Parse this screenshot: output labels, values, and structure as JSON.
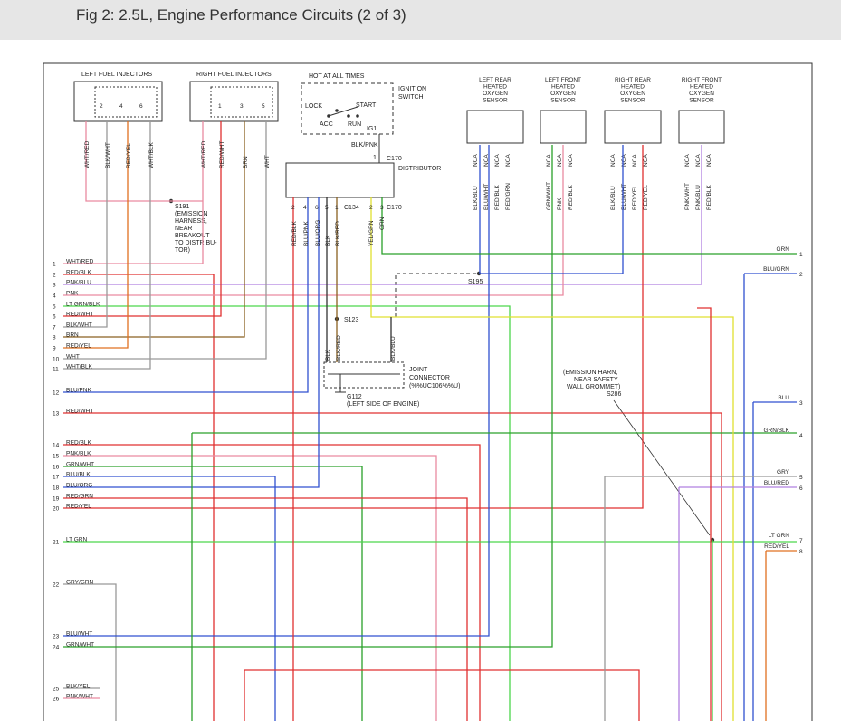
{
  "page": {
    "title": "Fig 2: 2.5L, Engine Performance Circuits (2 of 3)"
  },
  "components": {
    "left_injectors": {
      "label": "LEFT FUEL INJECTORS",
      "pins": [
        "2",
        "4",
        "6"
      ]
    },
    "right_injectors": {
      "label": "RIGHT FUEL INJECTORS",
      "pins": [
        "1",
        "3",
        "5"
      ]
    },
    "ignition_switch": {
      "header": "HOT AT ALL TIMES",
      "label_lines": [
        "IGNITION",
        "SWITCH"
      ],
      "positions": [
        "LOCK",
        "ACC",
        "RUN",
        "START"
      ],
      "terminal": "IG1",
      "wire": "BLK/PNK",
      "pin": "1",
      "connector": "C170"
    },
    "distributor": {
      "label": "DISTRIBUTOR",
      "pins_left": [
        "2",
        "4",
        "6",
        "5",
        "1"
      ],
      "pins_right": [
        "2",
        "3"
      ],
      "connectors": [
        "C134",
        "C170"
      ],
      "wires_left": [
        "RED/BLK",
        "BLU/PNK",
        "BLU/ORG",
        "BLK",
        "BLK/RED"
      ],
      "wires_right": [
        "YEL/GRN",
        "GRN"
      ]
    },
    "o2_sensors": [
      {
        "label_lines": [
          "LEFT REAR",
          "HEATED",
          "OXYGEN",
          "SENSOR"
        ],
        "ncas": 4,
        "wires": [
          "BLK/BLU",
          "BLU/WHT",
          "RED/BLK",
          "RED/GRN"
        ]
      },
      {
        "label_lines": [
          "LEFT FRONT",
          "HEATED",
          "OXYGEN",
          "SENSOR"
        ],
        "ncas": 3,
        "wires": [
          "GRN/WHT",
          "PNK",
          "RED/BLK"
        ]
      },
      {
        "label_lines": [
          "RIGHT REAR",
          "HEATED",
          "OXYGEN",
          "SENSOR"
        ],
        "ncas": 4,
        "wires": [
          "BLK/BLU",
          "BLU/WHT",
          "RED/YEL",
          "RED/YEL"
        ]
      },
      {
        "label_lines": [
          "RIGHT FRONT",
          "HEATED",
          "OXYGEN",
          "SENSOR"
        ],
        "ncas": 3,
        "wires": [
          "PNK/WHT",
          "PNK/BLU",
          "RED/BLK"
        ]
      }
    ],
    "nca_label": "NCA",
    "splice_s191": {
      "lines": [
        "S191",
        "(EMISSION",
        "HARNESS,",
        "NEAR",
        "BREAKOUT",
        "TO DISTRIBU-",
        "TOR)"
      ]
    },
    "splice_s195": "S195",
    "splice_s123": "S123",
    "joint_connector": {
      "lines": [
        "JOINT",
        "CONNECTOR",
        "(%%UC106%%U)"
      ],
      "wires": [
        "BLK",
        "BLK/RED",
        "BLK/BLU"
      ]
    },
    "ground": {
      "lines": [
        "G112",
        "(LEFT SIDE OF ENGINE)"
      ]
    },
    "splice_s286": {
      "lines": [
        "(EMISSION HARN,",
        "NEAR SAFETY",
        "WALL GROMMET)",
        "S286"
      ]
    }
  },
  "injector_wires": {
    "left": [
      "WHT/RED",
      "BLK/WHT",
      "RED/YEL",
      "WHT/BLK"
    ],
    "right": [
      "WHT/RED",
      "RED/WHT",
      "BRN",
      "WHT"
    ]
  },
  "left_circuits": [
    {
      "n": "1",
      "label": "WHT/RED"
    },
    {
      "n": "2",
      "label": "RED/BLK"
    },
    {
      "n": "3",
      "label": "PNK/BLU"
    },
    {
      "n": "4",
      "label": "PNK"
    },
    {
      "n": "5",
      "label": "LT GRN/BLK"
    },
    {
      "n": "6",
      "label": "RED/WHT"
    },
    {
      "n": "7",
      "label": "BLK/WHT"
    },
    {
      "n": "8",
      "label": "BRN"
    },
    {
      "n": "9",
      "label": "RED/YEL"
    },
    {
      "n": "10",
      "label": "WHT"
    },
    {
      "n": "11",
      "label": "WHT/BLK"
    },
    {
      "n": "12",
      "label": "BLU/PNK"
    },
    {
      "n": "13",
      "label": "RED/WHT"
    },
    {
      "n": "14",
      "label": "RED/BLK"
    },
    {
      "n": "15",
      "label": "PNK/BLK"
    },
    {
      "n": "16",
      "label": "GRN/WHT"
    },
    {
      "n": "17",
      "label": "BLU/BLK"
    },
    {
      "n": "18",
      "label": "BLU/ORG"
    },
    {
      "n": "19",
      "label": "RED/GRN"
    },
    {
      "n": "20",
      "label": "RED/YEL"
    },
    {
      "n": "21",
      "label": "LT GRN"
    },
    {
      "n": "22",
      "label": "GRY/GRN"
    },
    {
      "n": "23",
      "label": "BLU/WHT"
    },
    {
      "n": "24",
      "label": "GRN/WHT"
    },
    {
      "n": "25",
      "label": "BLK/YEL"
    },
    {
      "n": "26",
      "label": "PNK/WHT"
    }
  ],
  "right_circuits": [
    {
      "n": "1",
      "label": "GRN"
    },
    {
      "n": "2",
      "label": "BLU/GRN"
    },
    {
      "n": "3",
      "label": "BLU"
    },
    {
      "n": "4",
      "label": "GRN/BLK"
    },
    {
      "n": "5",
      "label": "GRY"
    },
    {
      "n": "6",
      "label": "BLU/RED"
    },
    {
      "n": "7",
      "label": "LT GRN"
    },
    {
      "n": "8",
      "label": "RED/YEL"
    }
  ],
  "colors": {
    "red": "#e03030",
    "blue": "#3050d0",
    "pink": "#e98aa0",
    "green": "#2aa02a",
    "ltgreen": "#4cd64c",
    "brown": "#8a6020",
    "orange": "#e07020",
    "gray": "#999999",
    "purple": "#b080e0",
    "yellow": "#e0e030",
    "black": "#333333"
  }
}
